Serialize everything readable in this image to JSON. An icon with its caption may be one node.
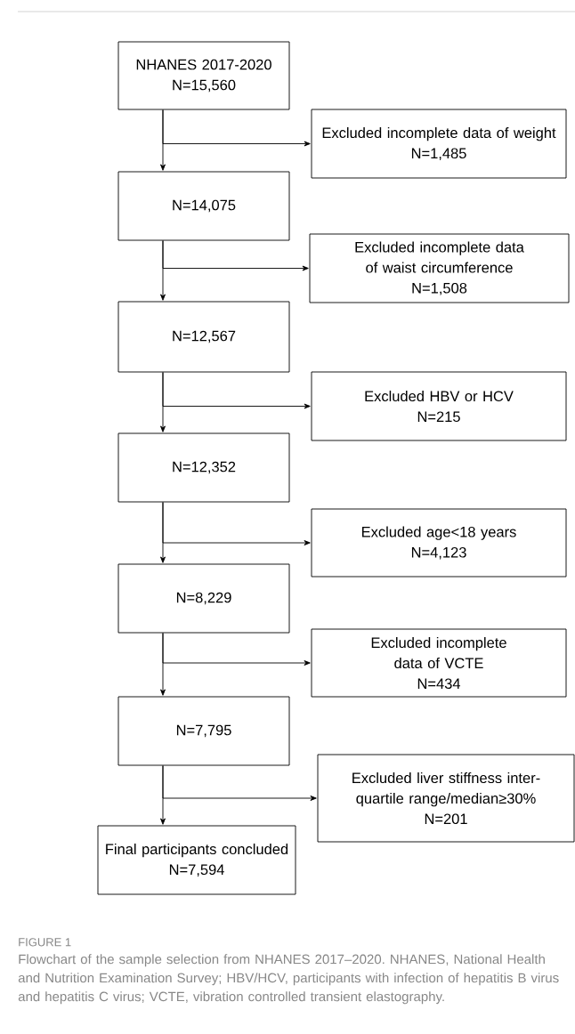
{
  "diagram": {
    "caption": "Flowchart of the sample selection from NHANES 2017–2020. NHANES, National Health and Nutrition Examination Survey; HBV/HCV, participants with infection of hepatitis B virus and hepatitis C virus; VCTE, vibration controlled transient elastography.",
    "nodes": [
      {
        "text": [
          "NHANES 2017-2020",
          "N=15,560"
        ]
      },
      {
        "text": [
          "Excluded incomplete data of weight",
          "N=1,485"
        ]
      },
      {
        "text": [
          "N=14,075"
        ]
      },
      {
        "text": [
          "Excluded incomplete data of waist circumference",
          "N=1,508"
        ]
      },
      {
        "text": [
          "N=12,567"
        ]
      },
      {
        "text": [
          "Excluded HBV or HCV",
          "N=215"
        ]
      },
      {
        "text": [
          "N=12,352"
        ]
      },
      {
        "text": [
          "Excluded age<18 years",
          "N=4,123"
        ]
      },
      {
        "text": [
          "N=8,229"
        ]
      },
      {
        "text": [
          "Excluded incomplete data of VCTE",
          "N=434"
        ]
      },
      {
        "text": [
          "N=7,795"
        ]
      },
      {
        "text": [
          "Excluded liver stiffness inter-quartile range/median≥30%",
          "N=201"
        ]
      },
      {
        "text": [
          "Final participants concluded",
          "N=7,594"
        ]
      }
    ],
    "edges": [
      {
        "from": 0,
        "to": 2,
        "arrow": "to"
      },
      {
        "from": 0,
        "to": 1,
        "arrow": "to"
      },
      {
        "from": 2,
        "to": 4,
        "arrow": "to"
      },
      {
        "from": 2,
        "to": 3,
        "arrow": "to"
      },
      {
        "from": 4,
        "to": 6,
        "arrow": "to"
      },
      {
        "from": 4,
        "to": 5,
        "arrow": "to"
      },
      {
        "from": 6,
        "to": 8,
        "arrow": "to"
      },
      {
        "from": 6,
        "to": 7,
        "arrow": "to"
      },
      {
        "from": 8,
        "to": 10,
        "arrow": "to"
      },
      {
        "from": 8,
        "to": 9,
        "arrow": "to"
      },
      {
        "from": 10,
        "to": 12,
        "arrow": "to"
      },
      {
        "from": 10,
        "to": 11,
        "arrow": "to"
      }
    ],
    "labels": [
      "FIGURE 1"
    ]
  }
}
